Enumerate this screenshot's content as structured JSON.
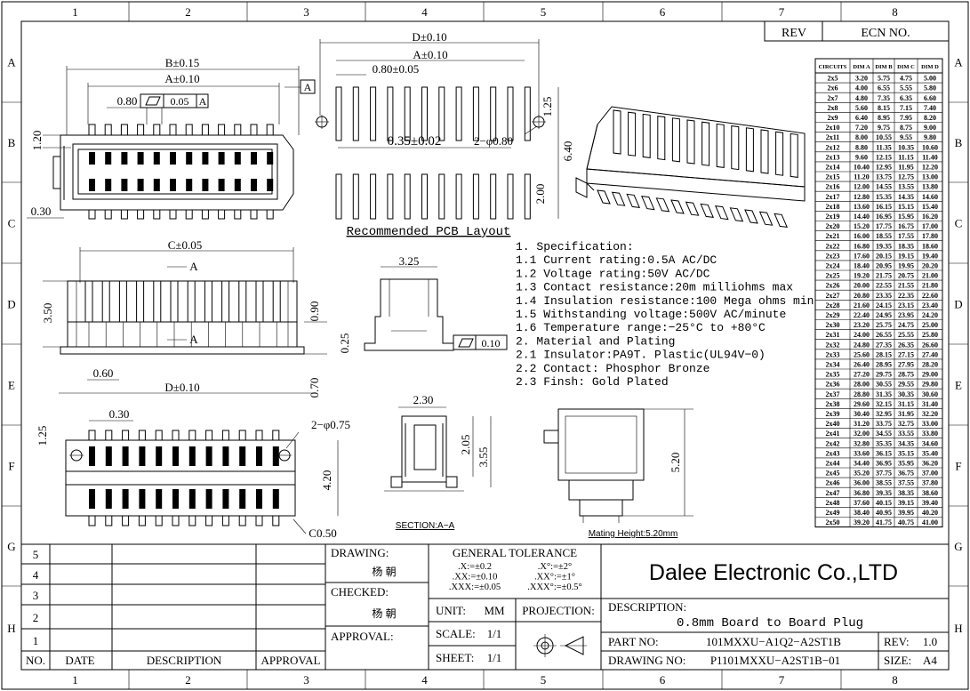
{
  "grid": {
    "cols": [
      "1",
      "2",
      "3",
      "4",
      "5",
      "6",
      "7",
      "8"
    ],
    "rows": [
      "A",
      "B",
      "C",
      "D",
      "E",
      "F",
      "G",
      "H"
    ]
  },
  "revision": {
    "rev": "REV",
    "ecn_no": "ECN    NO."
  },
  "dim_table": {
    "headers": [
      "CIRCUITS",
      "DIM  A",
      "DIM  B",
      "DIM  C",
      "DIM  D"
    ],
    "rows": [
      [
        "2x5",
        "3.20",
        "5.75",
        "4.75",
        "5.00"
      ],
      [
        "2x6",
        "4.00",
        "6.55",
        "5.55",
        "5.80"
      ],
      [
        "2x7",
        "4.80",
        "7.35",
        "6.35",
        "6.60"
      ],
      [
        "2x8",
        "5.60",
        "8.15",
        "7.15",
        "7.40"
      ],
      [
        "2x9",
        "6.40",
        "8.95",
        "7.95",
        "8.20"
      ],
      [
        "2x10",
        "7.20",
        "9.75",
        "8.75",
        "9.00"
      ],
      [
        "2x11",
        "8.00",
        "10.55",
        "9.55",
        "9.80"
      ],
      [
        "2x12",
        "8.80",
        "11.35",
        "10.35",
        "10.60"
      ],
      [
        "2x13",
        "9.60",
        "12.15",
        "11.15",
        "11.40"
      ],
      [
        "2x14",
        "10.40",
        "12.95",
        "11.95",
        "12.20"
      ],
      [
        "2x15",
        "11.20",
        "13.75",
        "12.75",
        "13.00"
      ],
      [
        "2x16",
        "12.00",
        "14.55",
        "13.55",
        "13.80"
      ],
      [
        "2x17",
        "12.80",
        "15.35",
        "14.35",
        "14.60"
      ],
      [
        "2x18",
        "13.60",
        "16.15",
        "15.15",
        "15.40"
      ],
      [
        "2x19",
        "14.40",
        "16.95",
        "15.95",
        "16.20"
      ],
      [
        "2x20",
        "15.20",
        "17.75",
        "16.75",
        "17.00"
      ],
      [
        "2x21",
        "16.00",
        "18.55",
        "17.55",
        "17.80"
      ],
      [
        "2x22",
        "16.80",
        "19.35",
        "18.35",
        "18.60"
      ],
      [
        "2x23",
        "17.60",
        "20.15",
        "19.15",
        "19.40"
      ],
      [
        "2x24",
        "18.40",
        "20.95",
        "19.95",
        "20.20"
      ],
      [
        "2x25",
        "19.20",
        "21.75",
        "20.75",
        "21.00"
      ],
      [
        "2x26",
        "20.00",
        "22.55",
        "21.55",
        "21.80"
      ],
      [
        "2x27",
        "20.80",
        "23.35",
        "22.35",
        "22.60"
      ],
      [
        "2x28",
        "21.60",
        "24.15",
        "23.15",
        "23.40"
      ],
      [
        "2x29",
        "22.40",
        "24.95",
        "23.95",
        "24.20"
      ],
      [
        "2x30",
        "23.20",
        "25.75",
        "24.75",
        "25.00"
      ],
      [
        "2x31",
        "24.00",
        "26.55",
        "25.55",
        "25.80"
      ],
      [
        "2x32",
        "24.80",
        "27.35",
        "26.35",
        "26.60"
      ],
      [
        "2x33",
        "25.60",
        "28.15",
        "27.15",
        "27.40"
      ],
      [
        "2x34",
        "26.40",
        "28.95",
        "27.95",
        "28.20"
      ],
      [
        "2x35",
        "27.20",
        "29.75",
        "28.75",
        "29.00"
      ],
      [
        "2x36",
        "28.00",
        "30.55",
        "29.55",
        "29.80"
      ],
      [
        "2x37",
        "28.80",
        "31.35",
        "30.35",
        "30.60"
      ],
      [
        "2x38",
        "29.60",
        "32.15",
        "31.15",
        "31.40"
      ],
      [
        "2x39",
        "30.40",
        "32.95",
        "31.95",
        "32.20"
      ],
      [
        "2x40",
        "31.20",
        "33.75",
        "32.75",
        "33.00"
      ],
      [
        "2x41",
        "32.00",
        "34.55",
        "33.55",
        "33.80"
      ],
      [
        "2x42",
        "32.80",
        "35.35",
        "34.35",
        "34.60"
      ],
      [
        "2x43",
        "33.60",
        "36.15",
        "35.15",
        "35.40"
      ],
      [
        "2x44",
        "34.40",
        "36.95",
        "35.95",
        "36.20"
      ],
      [
        "2x45",
        "35.20",
        "37.75",
        "36.75",
        "37.00"
      ],
      [
        "2x46",
        "36.00",
        "38.55",
        "37.55",
        "37.80"
      ],
      [
        "2x47",
        "36.80",
        "39.35",
        "38.35",
        "38.60"
      ],
      [
        "2x48",
        "37.60",
        "40.15",
        "39.15",
        "39.40"
      ],
      [
        "2x49",
        "38.40",
        "40.95",
        "39.95",
        "40.20"
      ],
      [
        "2x50",
        "39.20",
        "41.75",
        "40.75",
        "41.00"
      ]
    ]
  },
  "dims": {
    "top_b": "B±0.15",
    "top_a": "A±0.10",
    "top_pitch": "0.80",
    "flatness": "0.05",
    "datum_a": "A",
    "h120": "1.20",
    "w030": "0.30",
    "pcb_d": "D±0.10",
    "pcb_a": "A±0.10",
    "pcb_pitch": "0.80±0.05",
    "pcb_125": "1.25",
    "pcb_pad": "0.35±0.02",
    "pcb_hole": "2−φ0.80",
    "pcb_640": "6.40",
    "pcb_200": "2.00",
    "pcb_title": "Recommended PCB Layout",
    "side_c": "C±0.05",
    "side_a1": "A",
    "side_a2": "A",
    "side_350": "3.50",
    "side_090": "0.90",
    "side_060": "0.60",
    "side_d": "D±0.10",
    "side_070": "0.70",
    "end_325": "3.25",
    "end_025": "0.25",
    "end_flat": "0.10",
    "bot_030": "0.30",
    "bot_125": "1.25",
    "bot_hole": "2−φ0.75",
    "bot_420": "4.20",
    "bot_050": "C0.50",
    "sec_230": "2.30",
    "sec_205": "2.05",
    "sec_355": "3.55",
    "sec_title": "SECTION:A−A",
    "mate_520": "5.20",
    "mate_title": "Mating  Height:5.20mm"
  },
  "specs": [
    "1. Specification:",
    "  1.1  Current rating:0.5A AC/DC",
    "  1.2  Voltage rating:50V AC/DC",
    "  1.3  Contact resistance:20m milliohms max",
    "  1.4  Insulation resistance:100 Mega ohms min",
    "  1.5  Withstanding voltage:500V AC/minute",
    "  1.6  Temperature range:−25°C  to  +80°C",
    "2. Material and Plating",
    "  2.1  Insulator:PA9T. Plastic(UL94V−0)",
    "  2.2  Contact: Phosphor Bronze",
    "  2.3  Finsh: Gold Plated"
  ],
  "title_block": {
    "rev_rows": [
      "5",
      "4",
      "3",
      "2",
      "1"
    ],
    "headers": [
      "NO.",
      "DATE",
      "DESCRIPTION",
      "APPROVAL"
    ],
    "drawing_label": "DRAWING:",
    "drawing_name": "杨  朝",
    "checked_label": "CHECKED:",
    "checked_name": "杨  朝",
    "approval_label": "APPROVAL:",
    "tol_title": "GENERAL  TOLERANCE",
    "tol_rows": [
      [
        ".X:=±0.2",
        ".X°:=±2°"
      ],
      [
        ".XX:=±0.10",
        ".XX°:=±1°"
      ],
      [
        ".XXX:=±0.05",
        ".XXX°:=±0.5°"
      ]
    ],
    "unit_label": "UNIT:",
    "unit_value": "MM",
    "projection": "PROJECTION:",
    "scale_label": "SCALE:",
    "scale_value": "1/1",
    "sheet_label": "SHEET:",
    "sheet_value": "1/1",
    "company": "Dalee Electronic Co.,LTD",
    "desc_label": "DESCRIPTION:",
    "desc_value": "0.8mm Board to Board Plug",
    "part_label": "PART NO:",
    "part_value": "101MXXU−A1Q2−A2ST1B",
    "rev_label": "REV:",
    "rev_value": "1.0",
    "dwg_label": "DRAWING NO:",
    "dwg_value": "P1101MXXU−A2ST1B−01",
    "size_label": "SIZE:",
    "size_value": "A4"
  }
}
